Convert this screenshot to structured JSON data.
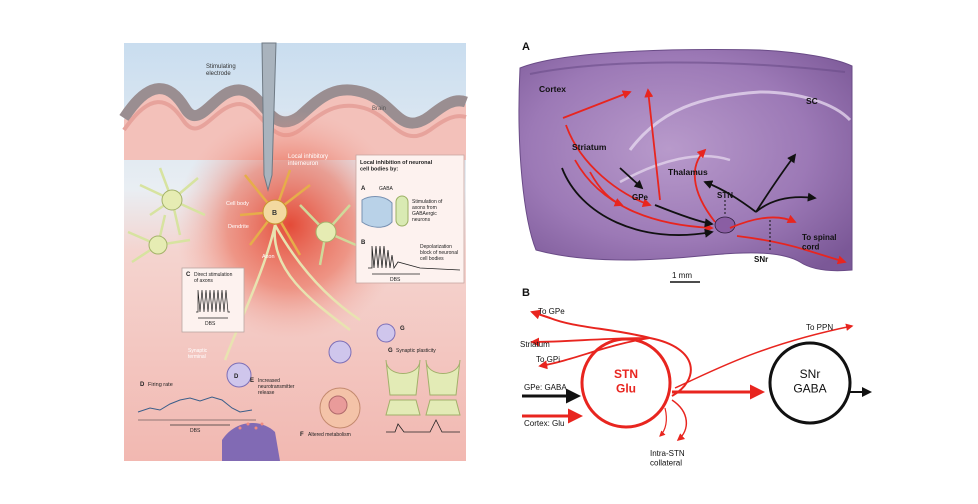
{
  "left_panel": {
    "electrode": "Stimulating\nelectrode",
    "brain": "Brain",
    "local_interneuron": "Local inhibitory\ninterneuron",
    "cell_body": "Cell body",
    "dendrite": "Dendrite",
    "axon": "Axon",
    "neuron_B": "B",
    "box_title": "Local inhibition of neuronal\ncell bodies by:",
    "box_A_letter": "A",
    "box_A_gaba": "GABA",
    "box_A_text": "Stimulation of\naxons from\nGABAergic\nneurons",
    "box_B_letter": "B",
    "box_B_text": "Depolarization\nblock of neuronal\ncell bodies",
    "box_B_dbs": "DBS",
    "C_letter": "C",
    "C_text": "Direct stimulation\nof axons",
    "C_dbs": "DBS",
    "synaptic_terminal": "Synaptic\nterminal",
    "D_letter": "D",
    "D_text": "Firing rate",
    "D_dbs": "DBS",
    "E_letter": "E",
    "E_text": "Increased\nneurotransmitter\nrelease",
    "F_letter": "F",
    "F_text": "Altered metabolism",
    "G_letter": "G",
    "G_text": "Synaptic plasticity"
  },
  "panel_A": {
    "letter": "A",
    "cortex": "Cortex",
    "sc": "SC",
    "striatum": "Striatum",
    "thalamus": "Thalamus",
    "gpe": "GPe",
    "stn": "STN",
    "snr": "SNr",
    "spinal": "To spinal\ncord",
    "scale": "1 mm"
  },
  "panel_B": {
    "letter": "B",
    "to_gpe": "To GPe",
    "striatum": "Striatum",
    "to_gpi": "To GPi",
    "gpe_gaba": "GPe: GABA",
    "cortex_glu": "Cortex: Glu",
    "stn_label": "STN\nGlu",
    "snr_label": "SNr\nGABA",
    "to_ppn": "To PPN",
    "intra": "Intra-STN\ncollateral"
  },
  "colors": {
    "red": "#e8251f",
    "black": "#111111",
    "histology": "#9a73b4",
    "panel_bg_top": "#cfe2f2",
    "panel_bg_pink": "#f6c8c4"
  }
}
